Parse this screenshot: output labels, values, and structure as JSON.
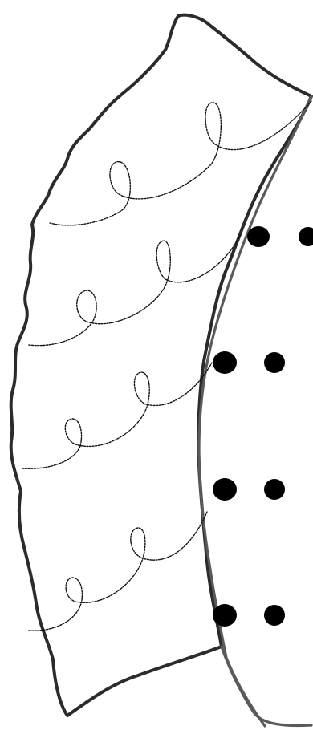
{
  "drawing": {
    "colors": {
      "background": "#ffffff",
      "outline": "#2b2b2b",
      "dashed_line": "#111111",
      "dots": "#000000"
    },
    "looped_line_count": 4,
    "dot_row_count": 4,
    "dots_per_row": 2
  }
}
